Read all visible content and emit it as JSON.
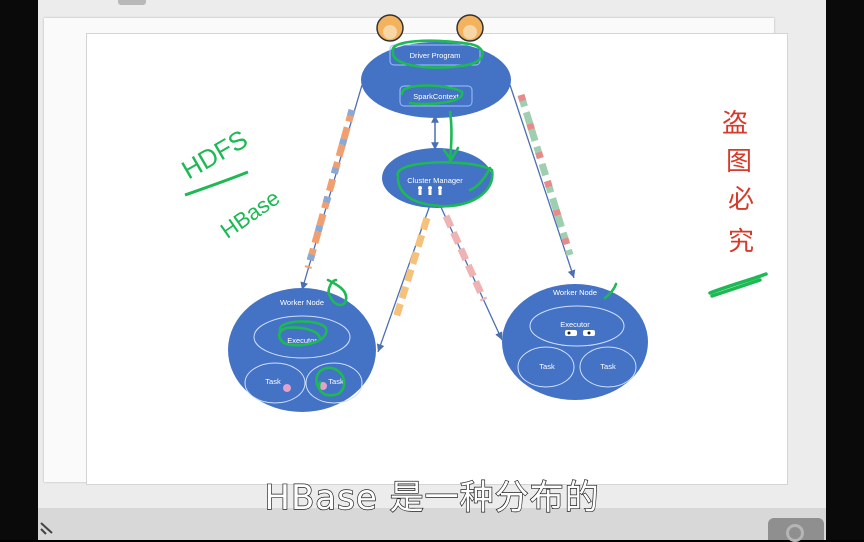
{
  "diagram": {
    "driver": {
      "title": "Driver Program",
      "context": "SparkContext"
    },
    "cluster_manager": {
      "title": "Cluster Manager"
    },
    "worker_left": {
      "title": "Worker Node",
      "executor": "Executor",
      "task1": "Task",
      "task2": "Task"
    },
    "worker_right": {
      "title": "Worker Node",
      "executor": "Executor",
      "task1": "Task",
      "task2": "Task"
    },
    "node_color": "#4472c4"
  },
  "annotations": {
    "left_note_line1": "HDFS",
    "left_note_line2": "HBase",
    "right_note": [
      "盗",
      "图",
      "必",
      "究"
    ],
    "ink_green": "#1db954",
    "ink_red": "#d63a2a"
  },
  "subtitle": "HBase 是一种分布的"
}
